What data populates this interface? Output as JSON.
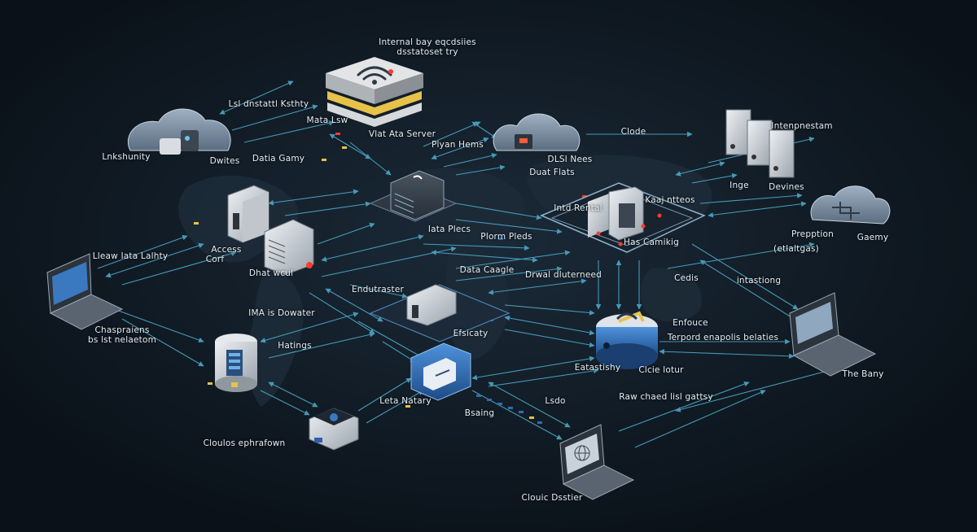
{
  "colors": {
    "background": "#0b141d",
    "connector": "#4fb0cf",
    "node_light": "#d9dde2",
    "node_dark": "#3c4652",
    "accent_blue": "#2f6cb5",
    "accent_yellow": "#e7c24a",
    "alert_red": "#ff3b30"
  },
  "labels": {
    "internal_top": "Internal bay eqcdsiies\ndsstatoset try",
    "cloud_link": "Clode",
    "infra_right": "Intenpnestam",
    "left_link_top": "Lsl dnstattl Ksthty",
    "mata_lsw": "Mata Lsw",
    "vlat_server": "Vlat Ata Server",
    "lnkshunity": "Lnkshunity",
    "datia_gamy": "Datia Gamy",
    "devices_left": "Dwites",
    "plyan_hems": "Plyan Hems",
    "dlsl_nees": "DLSl Nees",
    "duan_flats": "Duat Flats",
    "inge": "Inge",
    "devines": "Devines",
    "prepption": "Prepption",
    "gaemy": "Gaemy",
    "intd_rental": "Intd Rental",
    "kaaj_ntteos": "Kaaj ntteos",
    "iata_plecs": "Iata Plecs",
    "has_camikig": "Has Camikig",
    "lleaw_tala": "Lleaw Iata Lalhty",
    "acress": "Access",
    "corf": "Corf",
    "dhat_wcul": "Dhat wcul",
    "plorm_pleds": "Plorm Pleds",
    "data_caagle": "Data Caagle",
    "drwal_dunterneed": "Drwal dluterneed",
    "etlaltgas": "(etlaltgas)",
    "intastiong": "intastiong",
    "enduttaster": "Endutraster",
    "cedis": "Cedis",
    "ima_is_dowater": "IMA is Dowater",
    "hatings": "Hatings",
    "chaspraiens": "Chaspraiens\nbs lst nelaetom",
    "efsicaty": "Efsicaty",
    "enfouce": "Enfouce",
    "terpord": "Terpord enapolis belaties",
    "eatastishy": "Eatastishy",
    "clcie_lotur": "Clcie lotur",
    "the_bany": "The Bany",
    "leta_natary": "Leta Natary",
    "bsaing": "Bsaing",
    "lsdo": "Lsdo",
    "raw_chaed": "Raw chaed lisl gattsy",
    "cloulos_eparalown": "Cloulos ephrafown",
    "clouic_dsstier": "Clouic Dsstier"
  },
  "icons": [
    "cloud-icon",
    "router-stack-icon",
    "wifi-icon",
    "server-tower-icon",
    "server-rack-icon",
    "datacenter-icon",
    "laptop-icon",
    "database-icon",
    "storage-module-icon",
    "gateway-icon",
    "lock-icon",
    "tablet-device-icon",
    "globe-icon",
    "world-map-icon"
  ]
}
